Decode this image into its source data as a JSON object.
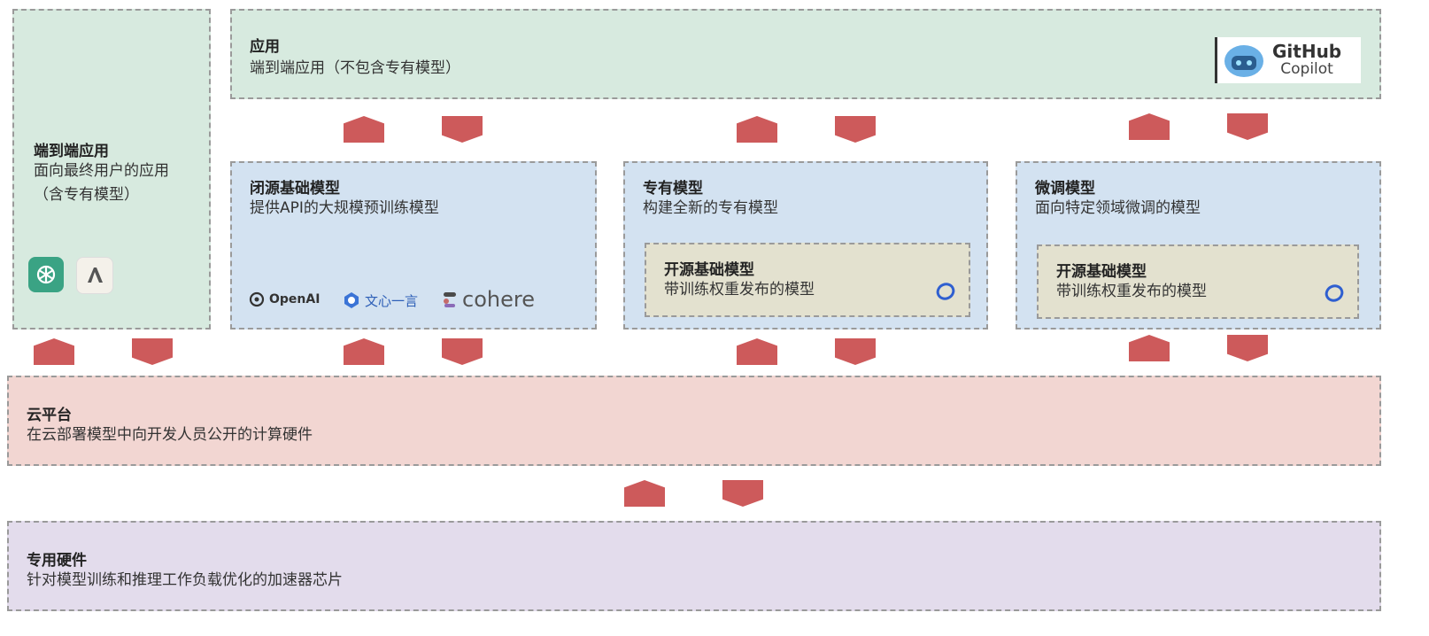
{
  "end_to_end": {
    "title": "端到端应用",
    "desc": "面向最终用户的应用（含专有模型）",
    "icons": [
      "chatgpt-icon",
      "claude-icon"
    ]
  },
  "app": {
    "title": "应用",
    "desc": "端到端应用（不包含专有模型）",
    "logo_top": "GitHub",
    "logo_bottom": "Copilot"
  },
  "closed_model": {
    "title": "闭源基础模型",
    "desc": "提供API的大规模预训练模型",
    "logos": [
      "OpenAI",
      "文心一言",
      "cohere"
    ]
  },
  "proprietary": {
    "title": "专有模型",
    "desc": "构建全新的专有模型",
    "inner": {
      "title": "开源基础模型",
      "desc": "带训练权重发布的模型",
      "icon": "meta-icon"
    }
  },
  "finetune": {
    "title": "微调模型",
    "desc": "面向特定领域微调的模型",
    "inner": {
      "title": "开源基础模型",
      "desc": "带训练权重发布的模型",
      "icon": "meta-icon"
    }
  },
  "cloud": {
    "title": "云平台",
    "desc": "在云部署模型中向开发人员公开的计算硬件"
  },
  "hardware": {
    "title": "专用硬件",
    "desc": "针对模型训练和推理工作负载优化的加速器芯片"
  },
  "colors": {
    "arrow": "#cd5a5b",
    "green": "#d7eadf",
    "blue": "#d3e2f1",
    "pink": "#f2d6d2",
    "purple": "#e3dcec",
    "olive": "#e3e1cf"
  }
}
